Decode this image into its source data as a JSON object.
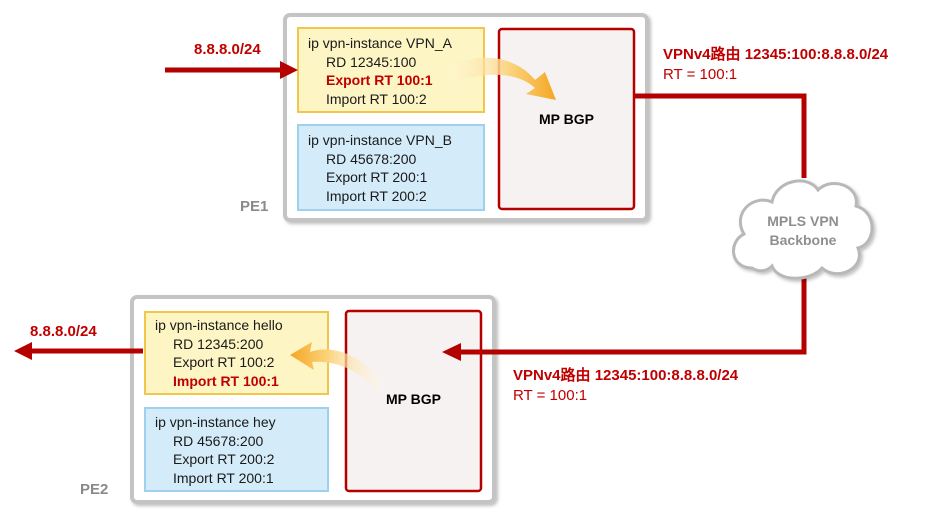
{
  "pe1": {
    "name": "PE1",
    "vpn_a": {
      "lines": [
        "ip vpn-instance VPN_A",
        "RD 12345:100",
        "Export RT 100:1",
        "Import RT 100:2"
      ]
    },
    "vpn_b": {
      "lines": [
        "ip vpn-instance VPN_B",
        "RD 45678:200",
        "Export RT 200:1",
        "Import RT 200:2"
      ]
    },
    "bgp_label": "MP BGP",
    "input_route": "8.8.8.0/24"
  },
  "pe2": {
    "name": "PE2",
    "hello": {
      "lines": [
        "ip vpn-instance hello",
        "RD 12345:200",
        "Export RT 100:2",
        "Import RT 100:1"
      ]
    },
    "hey": {
      "lines": [
        "ip vpn-instance hey",
        "RD 45678:200",
        "Export RT 200:2",
        "Import RT 200:1"
      ]
    },
    "bgp_label": "MP BGP",
    "output_route": "8.8.8.0/24"
  },
  "backbone": {
    "line1": "MPLS VPN",
    "line2": "Backbone"
  },
  "route_top": {
    "title": "VPNv4路由 12345:100:8.8.8.0/24",
    "rt": "RT = 100:1"
  },
  "route_bottom": {
    "title": "VPNv4路由 12345:100:8.8.8.0/24",
    "rt": "RT = 100:1"
  },
  "colors": {
    "accent_red": "#b50000",
    "text_red": "#c00000",
    "yellow_fill": "#fdf5c4",
    "yellow_border": "#f2c64a",
    "blue_fill": "#d4ecfa",
    "blue_border": "#9fd0ee",
    "frame_gray": "#c4c4c4",
    "bgp_fill": "#f6f2f2",
    "highlight_arrow": "#f5a623"
  }
}
